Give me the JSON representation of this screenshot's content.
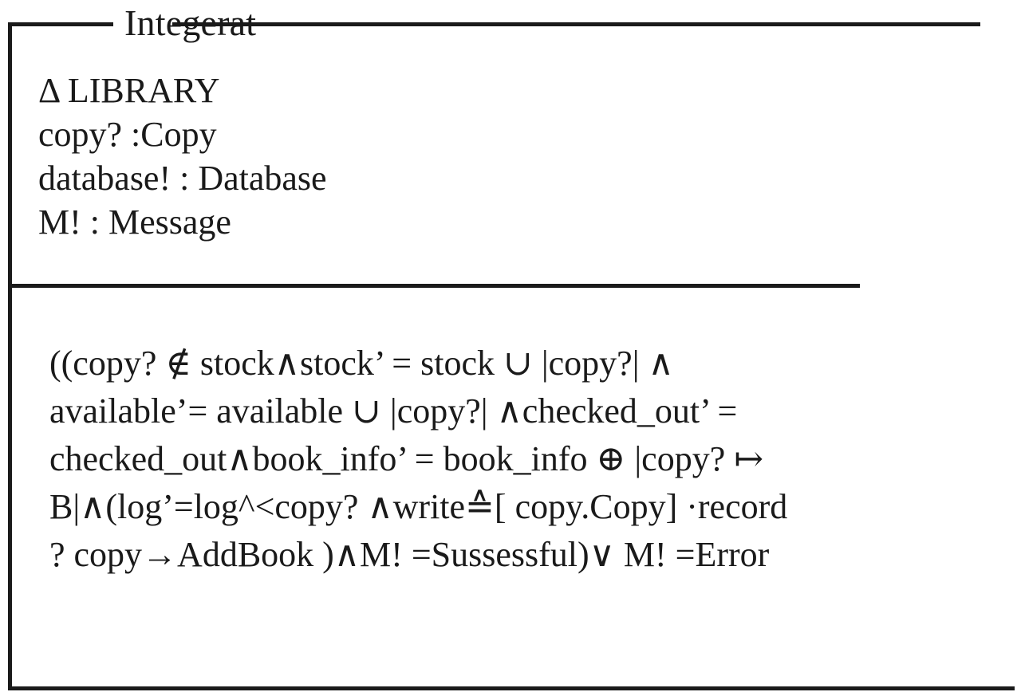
{
  "figure": {
    "kind": "z-notation-schema-box",
    "background_color": "#ffffff",
    "ink_color": "#1a1a1a"
  },
  "schema": {
    "name": "Integerat",
    "declaration": [
      "Δ LIBRARY",
      "copy? :Copy",
      "database! : Database",
      "M! : Message"
    ],
    "predicate": [
      "((copy? ∉ stock∧stock’ = stock  ∪  |copy?| ∧",
      "available’= available  ∪  |copy?| ∧checked_out’ =",
      "checked_out∧book_info’ = book_info  ⊕  |copy? ↦",
      "B|∧(log’=log^<copy? ∧write≙[ copy.Copy] ·record",
      "? copy→AddBook )∧M! =Sussessful)∨ M! =Error"
    ]
  }
}
